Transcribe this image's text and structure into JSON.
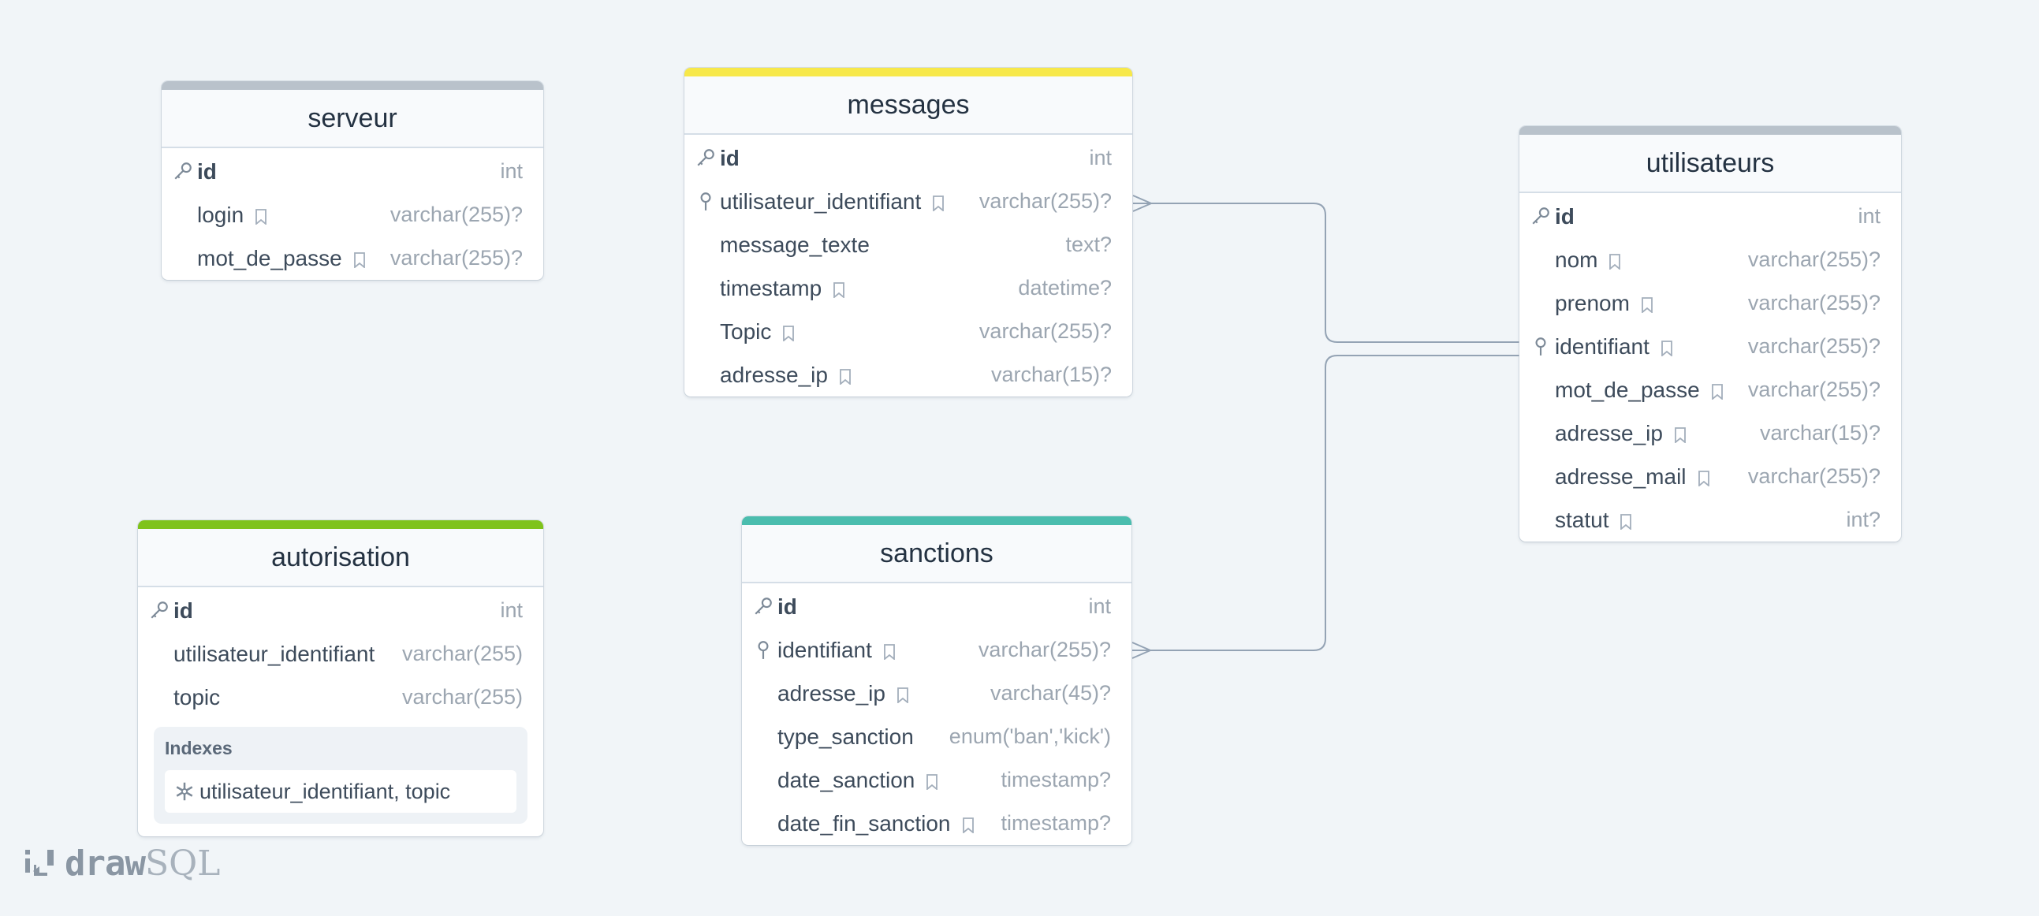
{
  "colors": {
    "background": "#f1f5f8",
    "connector": "#94a3b4",
    "serveur": "#b9c2cb",
    "messages": "#f7e84a",
    "utilisateurs": "#b9c2cb",
    "autorisation": "#7fc31c",
    "sanctions": "#4bbdae"
  },
  "tables": {
    "serveur": {
      "title": "serveur",
      "columns": [
        {
          "name": "id",
          "type": "int",
          "pk": true
        },
        {
          "name": "login",
          "type": "varchar(255)?",
          "nullable": true
        },
        {
          "name": "mot_de_passe",
          "type": "varchar(255)?",
          "nullable": true
        }
      ]
    },
    "messages": {
      "title": "messages",
      "columns": [
        {
          "name": "id",
          "type": "int",
          "pk": true
        },
        {
          "name": "utilisateur_identifiant",
          "type": "varchar(255)?",
          "fk": true,
          "nullable": true
        },
        {
          "name": "message_texte",
          "type": "text?"
        },
        {
          "name": "timestamp",
          "type": "datetime?",
          "nullable": true
        },
        {
          "name": "Topic",
          "type": "varchar(255)?",
          "nullable": true
        },
        {
          "name": "adresse_ip",
          "type": "varchar(15)?",
          "nullable": true
        }
      ]
    },
    "utilisateurs": {
      "title": "utilisateurs",
      "columns": [
        {
          "name": "id",
          "type": "int",
          "pk": true
        },
        {
          "name": "nom",
          "type": "varchar(255)?",
          "nullable": true
        },
        {
          "name": "prenom",
          "type": "varchar(255)?",
          "nullable": true
        },
        {
          "name": "identifiant",
          "type": "varchar(255)?",
          "fk": true,
          "nullable": true
        },
        {
          "name": "mot_de_passe",
          "type": "varchar(255)?",
          "nullable": true
        },
        {
          "name": "adresse_ip",
          "type": "varchar(15)?",
          "nullable": true
        },
        {
          "name": "adresse_mail",
          "type": "varchar(255)?",
          "nullable": true
        },
        {
          "name": "statut",
          "type": "int?",
          "nullable": true
        }
      ]
    },
    "autorisation": {
      "title": "autorisation",
      "columns": [
        {
          "name": "id",
          "type": "int",
          "pk": true
        },
        {
          "name": "utilisateur_identifiant",
          "type": "varchar(255)"
        },
        {
          "name": "topic",
          "type": "varchar(255)"
        }
      ],
      "indexes_title": "Indexes",
      "index_entry": "utilisateur_identifiant, topic"
    },
    "sanctions": {
      "title": "sanctions",
      "columns": [
        {
          "name": "id",
          "type": "int",
          "pk": true
        },
        {
          "name": "identifiant",
          "type": "varchar(255)?",
          "fk": true,
          "nullable": true
        },
        {
          "name": "adresse_ip",
          "type": "varchar(45)?",
          "nullable": true
        },
        {
          "name": "type_sanction",
          "type": "enum('ban','kick')"
        },
        {
          "name": "date_sanction",
          "type": "timestamp?",
          "nullable": true
        },
        {
          "name": "date_fin_sanction",
          "type": "timestamp?",
          "nullable": true
        }
      ]
    }
  },
  "relations": [
    {
      "from": "messages.utilisateur_identifiant",
      "to": "utilisateurs.identifiant"
    },
    {
      "from": "sanctions.identifiant",
      "to": "utilisateurs.identifiant"
    }
  ],
  "logo": {
    "draw": "draw",
    "sql": "SQL"
  }
}
